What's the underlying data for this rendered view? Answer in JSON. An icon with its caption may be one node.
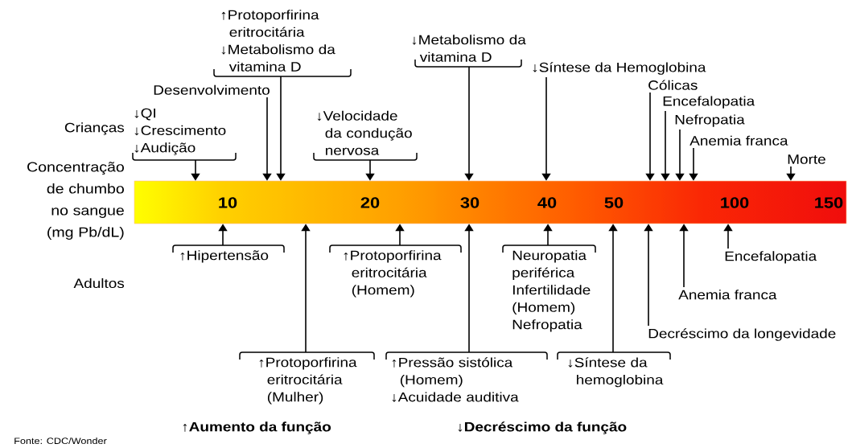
{
  "diagram": {
    "nodes": [
      {
        "text": [
          "10",
          "20",
          "30",
          "40",
          "50",
          "100",
          "150"
        ]
      },
      {
        "text": [
          "↓QI",
          "↓Crescimento",
          "↓Audição"
        ]
      },
      {
        "text": [
          "Desenvolvimento"
        ]
      },
      {
        "text": [
          "↑Protoporfirina eritrocitária",
          "↓Metabolismo da vitamina D"
        ]
      },
      {
        "text": [
          "↓Velocidade da condução nervosa"
        ]
      },
      {
        "text": [
          "↓Metabolismo da vitamina D"
        ]
      },
      {
        "text": [
          "↓Síntese da Hemoglobina"
        ]
      },
      {
        "text": [
          "Cólicas"
        ]
      },
      {
        "text": [
          "Encefalopatia"
        ]
      },
      {
        "text": [
          "Nefropatia"
        ]
      },
      {
        "text": [
          "Anemia franca"
        ]
      },
      {
        "text": [
          "Morte"
        ]
      },
      {
        "text": [
          "↑Hipertensão"
        ]
      },
      {
        "text": [
          "↑Protoporfirina eritrocitária (Homem)"
        ]
      },
      {
        "text": [
          "Neuropatia periférica",
          "Infertilidade (Homem)",
          "Nefropatia"
        ]
      },
      {
        "text": [
          "↑Protoporfirina eritrocitária (Mulher)"
        ]
      },
      {
        "text": [
          "↑Pressão sistólica (Homem)",
          "↓Acuidade auditiva"
        ]
      },
      {
        "text": [
          "↓Síntese da hemoglobina"
        ]
      },
      {
        "text": [
          "Decréscimo da longevidade"
        ]
      },
      {
        "text": [
          "Anemia franca"
        ]
      },
      {
        "text": [
          "Encefalopatia"
        ]
      }
    ],
    "edges": [
      {
        "from": 1,
        "to": 0,
        "arrow": "to"
      },
      {
        "from": 2,
        "to": 0,
        "arrow": "to"
      },
      {
        "from": 3,
        "to": 0,
        "arrow": "to"
      },
      {
        "from": 4,
        "to": 0,
        "arrow": "to"
      },
      {
        "from": 5,
        "to": 0,
        "arrow": "to"
      },
      {
        "from": 6,
        "to": 0,
        "arrow": "to"
      },
      {
        "from": 7,
        "to": 0,
        "arrow": "to"
      },
      {
        "from": 8,
        "to": 0,
        "arrow": "to"
      },
      {
        "from": 9,
        "to": 0,
        "arrow": "to"
      },
      {
        "from": 10,
        "to": 0,
        "arrow": "to"
      },
      {
        "from": 11,
        "to": 0,
        "arrow": "to"
      },
      {
        "from": 12,
        "to": 0,
        "arrow": "to"
      },
      {
        "from": 13,
        "to": 0,
        "arrow": "to"
      },
      {
        "from": 14,
        "to": 0,
        "arrow": "to"
      },
      {
        "from": 15,
        "to": 0,
        "arrow": "to"
      },
      {
        "from": 16,
        "to": 0,
        "arrow": "to"
      },
      {
        "from": 17,
        "to": 0,
        "arrow": "to"
      },
      {
        "from": 18,
        "to": 0,
        "arrow": "to"
      },
      {
        "from": 19,
        "to": 0,
        "arrow": "to"
      },
      {
        "from": 20,
        "to": 0,
        "arrow": "to"
      }
    ],
    "labels": [
      "Crianças",
      "Concentração de chumbo no sangue (mg Pb/dL)",
      "Adultos",
      "↑Aumento da função",
      "↓Decréscimo da função",
      "Fonte: CDC/Wonder"
    ]
  }
}
